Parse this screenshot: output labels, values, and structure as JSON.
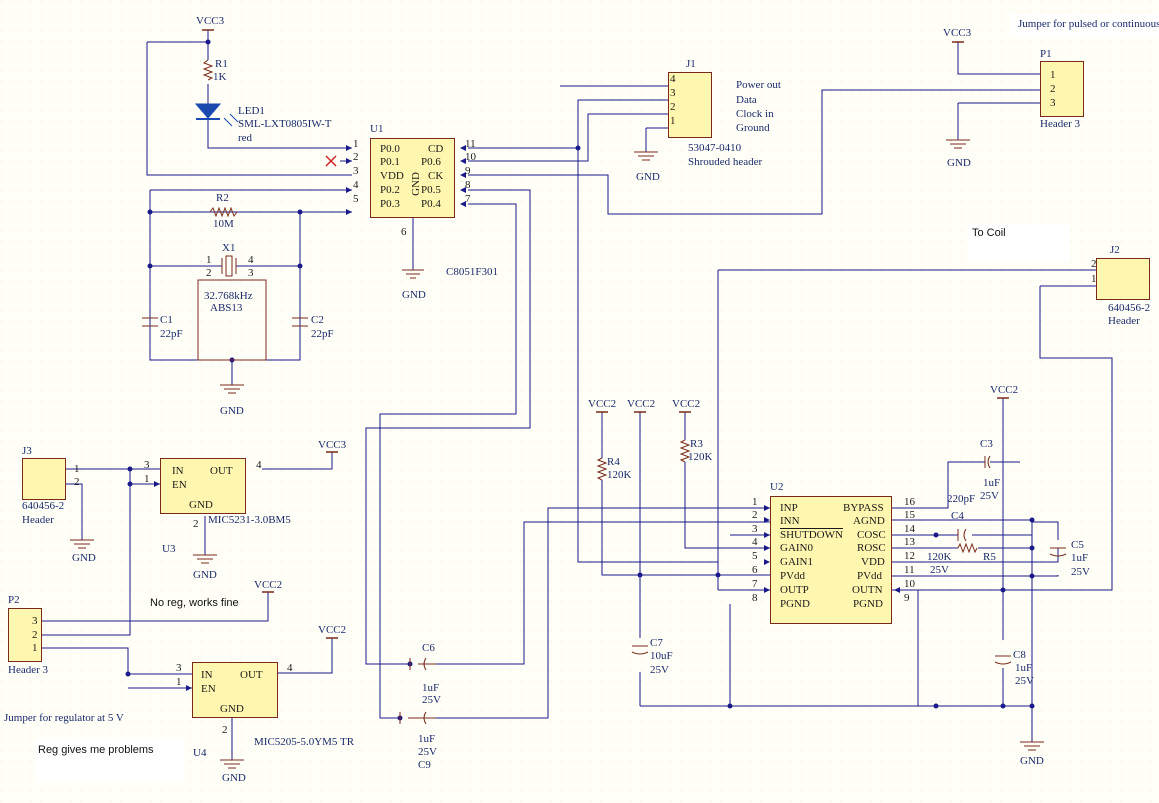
{
  "notes": {
    "jumper_pulsed": "Jumper for pulsed or continuous",
    "to_coil": "To Coil",
    "no_reg": "No reg, works fine",
    "jumper_reg": "Jumper for regulator at 5  V",
    "reg_problems": "Reg gives me problems"
  },
  "power": {
    "vcc3": "VCC3",
    "vcc2": "VCC2",
    "gnd": "GND"
  },
  "r1": {
    "ref": "R1",
    "value": "1K"
  },
  "led1": {
    "ref": "LED1",
    "part": "SML-LXT0805IW-T",
    "color": "red"
  },
  "u1": {
    "ref": "U1",
    "part": "C8051F301",
    "gnd_label": "GND",
    "left_pins": [
      {
        "num": "1",
        "name": "P0.0"
      },
      {
        "num": "2",
        "name": "P0.1"
      },
      {
        "num": "3",
        "name": "VDD"
      },
      {
        "num": "4",
        "name": "P0.2"
      },
      {
        "num": "5",
        "name": "P0.3"
      }
    ],
    "right_pins": [
      {
        "num": "11",
        "name": "CD"
      },
      {
        "num": "10",
        "name": "P0.6"
      },
      {
        "num": "9",
        "name": "CK"
      },
      {
        "num": "8",
        "name": "P0.5"
      },
      {
        "num": "7",
        "name": "P0.4"
      }
    ],
    "bottom_pin": "6"
  },
  "r2": {
    "ref": "R2",
    "value": "10M"
  },
  "x1": {
    "ref": "X1",
    "value": "32.768kHz",
    "part": "ABS13",
    "pins": [
      "1",
      "4",
      "2",
      "3"
    ]
  },
  "c1": {
    "ref": "C1",
    "value": "22pF"
  },
  "c2": {
    "ref": "C2",
    "value": "22pF"
  },
  "j1": {
    "ref": "J1",
    "part": "53047-0410",
    "desc": "Shrouded header",
    "pins": [
      "4",
      "3",
      "2",
      "1"
    ],
    "signals": [
      "Power out",
      "Data",
      "Clock in",
      "Ground"
    ]
  },
  "p1": {
    "ref": "P1",
    "desc": "Header 3",
    "pins": [
      "1",
      "2",
      "3"
    ]
  },
  "j2": {
    "ref": "J2",
    "part": "640456-2",
    "desc": "Header",
    "pins": [
      "2",
      "1"
    ]
  },
  "j3": {
    "ref": "J3",
    "part": "640456-2",
    "desc": "Header",
    "pins": [
      "1",
      "2"
    ]
  },
  "p2": {
    "ref": "P2",
    "desc": "Header 3",
    "pins": [
      "3",
      "2",
      "1"
    ]
  },
  "u3": {
    "ref": "U3",
    "part": "MIC5231-3.0BM5",
    "in": "IN",
    "en": "EN",
    "out": "OUT",
    "gnd": "GND",
    "pins": [
      "3",
      "1",
      "4",
      "2"
    ]
  },
  "u4": {
    "ref": "U4",
    "part": "MIC5205-5.0YM5 TR",
    "in": "IN",
    "en": "EN",
    "out": "OUT",
    "gnd": "GND",
    "pins": [
      "3",
      "1",
      "4",
      "2"
    ]
  },
  "c6": {
    "ref": "C6",
    "value": "1uF",
    "voltage": "25V"
  },
  "c9": {
    "ref": "C9",
    "value": "1uF",
    "voltage": "25V"
  },
  "r4": {
    "ref": "R4",
    "value": "120K"
  },
  "r3": {
    "ref": "R3",
    "value": "120K"
  },
  "u2": {
    "ref": "U2",
    "left_pins": [
      {
        "num": "1",
        "name": "INP"
      },
      {
        "num": "2",
        "name": "INN"
      },
      {
        "num": "3",
        "name": "SHUTDOWN"
      },
      {
        "num": "4",
        "name": "GAIN0"
      },
      {
        "num": "5",
        "name": "GAIN1"
      },
      {
        "num": "6",
        "name": "PVdd"
      },
      {
        "num": "7",
        "name": "OUTP"
      },
      {
        "num": "8",
        "name": "PGND"
      }
    ],
    "right_pins": [
      {
        "num": "16",
        "name": "BYPASS"
      },
      {
        "num": "15",
        "name": "AGND"
      },
      {
        "num": "14",
        "name": "COSC"
      },
      {
        "num": "13",
        "name": "ROSC"
      },
      {
        "num": "12",
        "name": "VDD"
      },
      {
        "num": "11",
        "name": "PVdd"
      },
      {
        "num": "10",
        "name": "OUTN"
      },
      {
        "num": "9",
        "name": "PGND"
      }
    ]
  },
  "c3": {
    "ref": "C3",
    "value": "1uF",
    "voltage": "25V"
  },
  "c4": {
    "ref": "C4",
    "value": "220pF"
  },
  "r5": {
    "ref": "R5",
    "value": "120K",
    "voltage": "25V"
  },
  "c5": {
    "ref": "C5",
    "value": "1uF",
    "voltage": "25V"
  },
  "c7": {
    "ref": "C7",
    "value": "10uF",
    "voltage": "25V"
  },
  "c8": {
    "ref": "C8",
    "value": "1uF",
    "voltage": "25V"
  },
  "colors": {
    "wire": "#1a1a8a",
    "component": "#7a2a1a",
    "body_fill": "#fff7b0",
    "text": "#1a2a6a",
    "led": "#1a4ab0",
    "no_connect": "#d02020"
  }
}
